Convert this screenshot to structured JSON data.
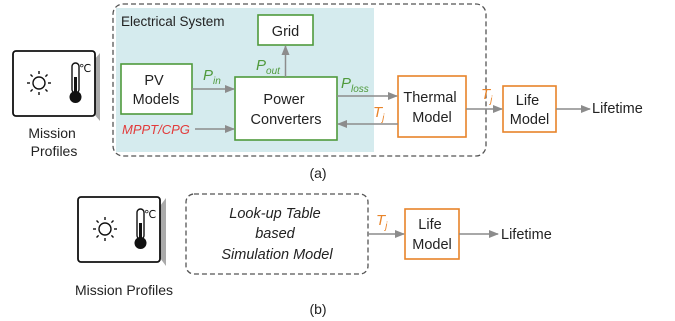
{
  "colors": {
    "green": "#4f9a3c",
    "orange": "#e8842a",
    "red": "#e23b3b",
    "electrical_bg": "#d5ebee",
    "arrow": "#8c8c8c",
    "dash": "#555555",
    "text": "#222222"
  },
  "icons": [
    "sun-icon",
    "thermometer-icon"
  ],
  "panel_a": {
    "mission_profiles": [
      "Mission",
      "Profiles"
    ],
    "electrical_system": "Electrical System",
    "grid": "Grid",
    "pv_models": [
      "PV",
      "Models"
    ],
    "power_converters": [
      "Power",
      "Converters"
    ],
    "thermal_model": [
      "Thermal",
      "Model"
    ],
    "life_model": [
      "Life",
      "Model"
    ],
    "lifetime": "Lifetime",
    "mppt_cpg": "MPPT/CPG",
    "p_in": {
      "base": "P",
      "sub": "in"
    },
    "p_out": {
      "base": "P",
      "sub": "out"
    },
    "p_loss": {
      "base": "P",
      "sub": "loss"
    },
    "tj_feedback": {
      "base": "T",
      "sub": "j"
    },
    "tj_out": {
      "base": "T",
      "sub": "j"
    },
    "caption": "(a)"
  },
  "panel_b": {
    "mission_profiles": "Mission Profiles",
    "lookup_table": [
      "Look-up Table",
      "based",
      "Simulation Model"
    ],
    "tj": {
      "base": "T",
      "sub": "j"
    },
    "life_model": [
      "Life",
      "Model"
    ],
    "lifetime": "Lifetime",
    "caption": "(b)"
  }
}
